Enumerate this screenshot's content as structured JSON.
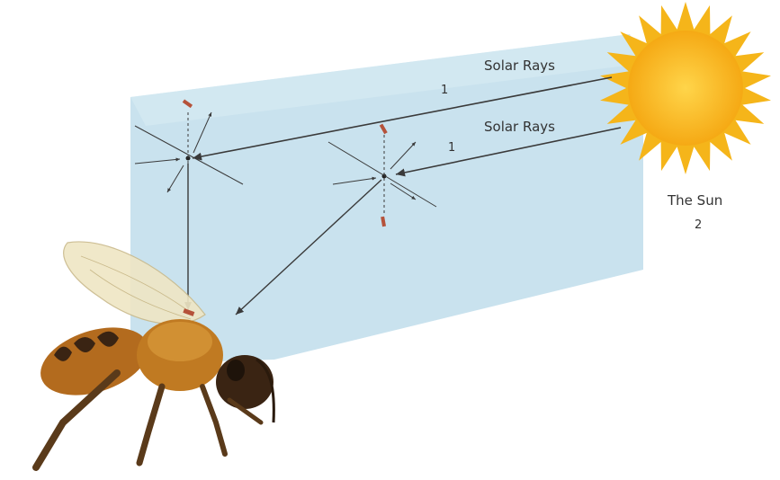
{
  "labels": {
    "ray1": "Solar Rays",
    "ray2": "Solar Rays",
    "ray1_num": "1",
    "ray2_num": "1",
    "sun": "The Sun",
    "sun_num": "2"
  },
  "colors": {
    "sky_panel": "#c9e2ee",
    "sky_panel_side": "#b9d6e6",
    "sun_fill": "#f5b51a",
    "sun_core": "#ffd54a",
    "arrow": "#3a3a3a",
    "polarizer": "#b5523a",
    "bee_body": "#b36b1e",
    "bee_dark": "#3a2413",
    "wing": "#e9dfb8"
  },
  "icons": [
    "sun-icon",
    "bee-illustration",
    "arrow-icon"
  ]
}
